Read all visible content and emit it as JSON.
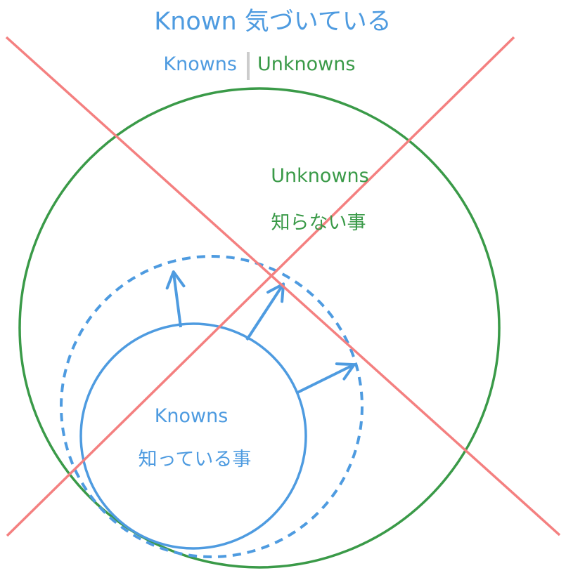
{
  "title": "Known 気づいている",
  "legend": {
    "knowns_label": "Knowns",
    "unknowns_label": "Unknowns"
  },
  "regions": {
    "unknowns": {
      "label_en": "Unknowns",
      "label_ja": "知らない事"
    },
    "knowns": {
      "label_en": "Knowns",
      "label_ja": "知っている事"
    }
  },
  "colors": {
    "known_blue": "#4e9be0",
    "unknown_green": "#3a9a48",
    "cross_red": "#f48080",
    "divider_gray": "#cccccc"
  }
}
